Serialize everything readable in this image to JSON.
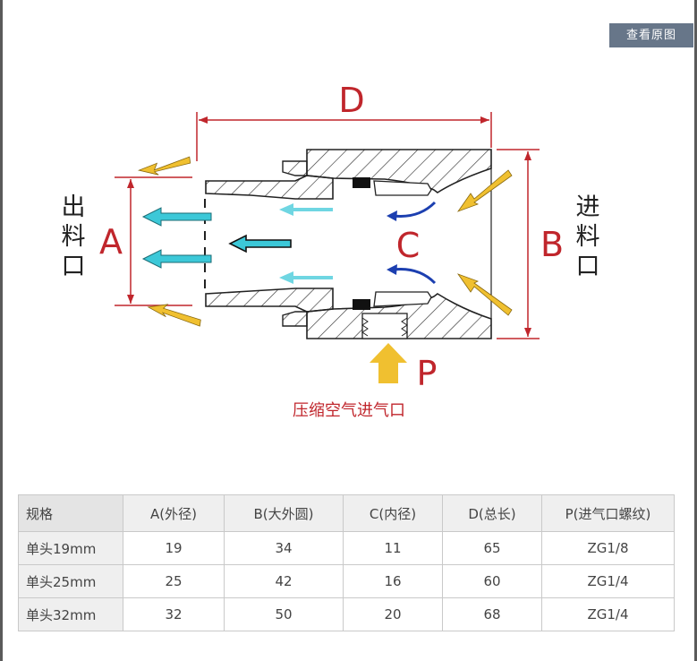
{
  "toolbar": {
    "view_original_label": "查看原图"
  },
  "diagram": {
    "dimension_labels": {
      "D": "D",
      "A": "A",
      "B": "B",
      "C": "C",
      "P": "P"
    },
    "outlet_label": [
      "出",
      "料",
      "口"
    ],
    "inlet_label": [
      "进",
      "料",
      "口"
    ],
    "air_inlet_label": "压缩空气进气口",
    "colors": {
      "dimension_red": "#c0262c",
      "air_yellow": "#f0c030",
      "flow_cyan": "#3cc8d8",
      "flow_blue": "#1c3fb0",
      "hatch": "#333333"
    }
  },
  "table": {
    "headers": [
      "规格",
      "A(外径)",
      "B(大外圆)",
      "C(内径)",
      "D(总长)",
      "P(进气口螺纹)"
    ],
    "rows": [
      [
        "单头19mm",
        "19",
        "34",
        "11",
        "65",
        "ZG1/8"
      ],
      [
        "单头25mm",
        "25",
        "42",
        "16",
        "60",
        "ZG1/4"
      ],
      [
        "单头32mm",
        "32",
        "50",
        "20",
        "68",
        "ZG1/4"
      ]
    ]
  }
}
